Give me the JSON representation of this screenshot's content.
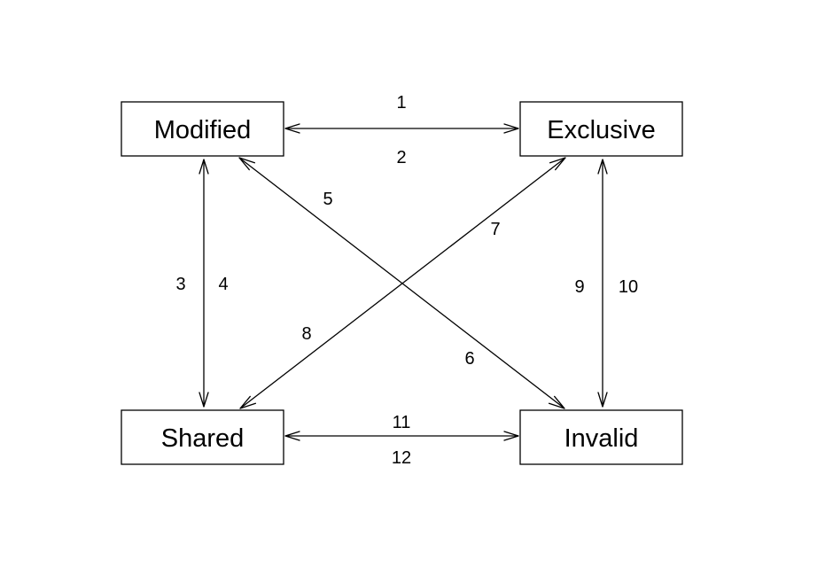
{
  "diagram": {
    "states": {
      "modified": "Modified",
      "exclusive": "Exclusive",
      "shared": "Shared",
      "invalid": "Invalid"
    },
    "transitions": [
      {
        "id": "t1",
        "label": "1",
        "from": "Modified",
        "to": "Exclusive"
      },
      {
        "id": "t2",
        "label": "2",
        "from": "Exclusive",
        "to": "Modified"
      },
      {
        "id": "t3",
        "label": "3",
        "from": "Modified",
        "to": "Shared"
      },
      {
        "id": "t4",
        "label": "4",
        "from": "Shared",
        "to": "Modified"
      },
      {
        "id": "t5",
        "label": "5",
        "from": "Invalid",
        "to": "Modified"
      },
      {
        "id": "t6",
        "label": "6",
        "from": "Modified",
        "to": "Invalid"
      },
      {
        "id": "t7",
        "label": "7",
        "from": "Shared",
        "to": "Exclusive"
      },
      {
        "id": "t8",
        "label": "8",
        "from": "Exclusive",
        "to": "Shared"
      },
      {
        "id": "t9",
        "label": "9",
        "from": "Exclusive",
        "to": "Invalid"
      },
      {
        "id": "t10",
        "label": "10",
        "from": "Invalid",
        "to": "Exclusive"
      },
      {
        "id": "t11",
        "label": "11",
        "from": "Invalid",
        "to": "Shared"
      },
      {
        "id": "t12",
        "label": "12",
        "from": "Shared",
        "to": "Invalid"
      }
    ],
    "colors": {
      "stroke": "#000000",
      "background": "#ffffff"
    }
  }
}
